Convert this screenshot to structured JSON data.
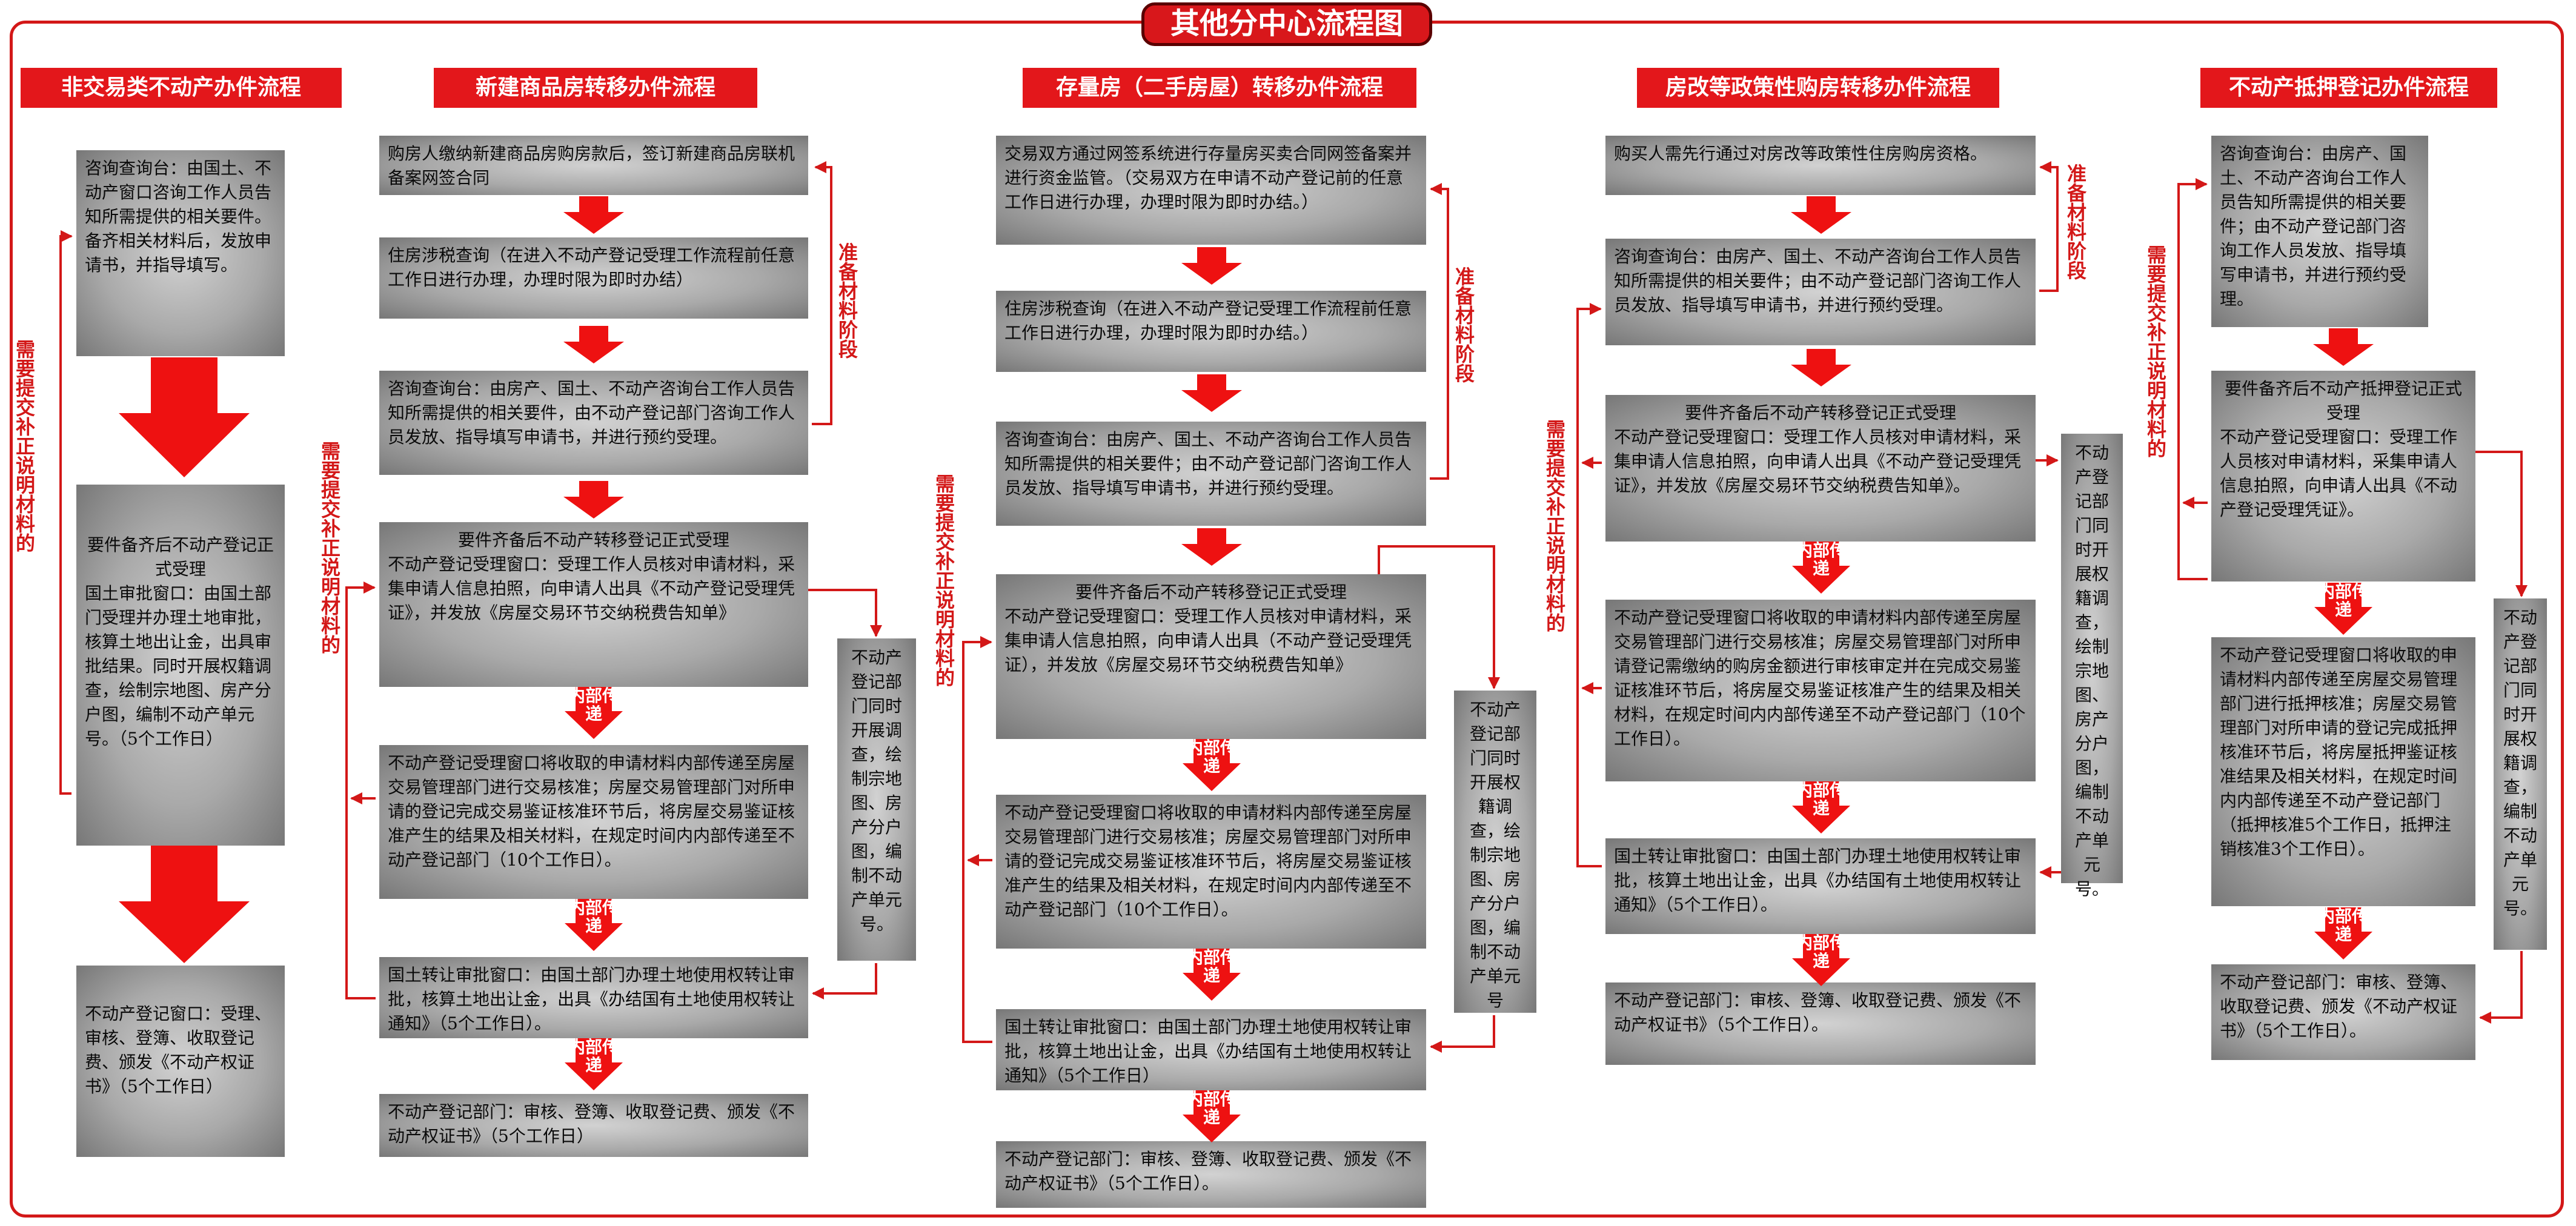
{
  "title": "其他分中心流程图",
  "columns": [
    {
      "title": "非交易类不动产办件流程"
    },
    {
      "title": "新建商品房转移办件流程"
    },
    {
      "title": "存量房（二手房屋）转移办件流程"
    },
    {
      "title": "房改等政策性购房转移办件流程"
    },
    {
      "title": "不动产抵押登记办件流程"
    }
  ],
  "labels": {
    "supplement": "需要提交补正说明材料的",
    "prepare": "准备材料阶段",
    "internal": "内部传递"
  },
  "col1": {
    "b1": "咨询查询台：由国土、不动产窗口咨询工作人员告知所需提供的相关要件。备齐相关材料后，发放申请书，并指导填写。",
    "b2_title": "要件备齐后不动产登记正式受理",
    "b2_body": "国土审批窗口：由国土部门受理并办理土地审批，核算土地出让金，出具审批结果。同时开展权籍调查，绘制宗地图、房产分户图，编制不动产单元号。（5个工作日）",
    "b3": "不动产登记窗口：受理、审核、登簿、收取登记费、颁发《不动产权证书》（5个工作日）"
  },
  "col2": {
    "b1": "购房人缴纳新建商品房购房款后，签订新建商品房联机备案网签合同",
    "b2": "住房涉税查询（在进入不动产登记受理工作流程前任意工作日进行办理，办理时限为即时办结）",
    "b3": "咨询查询台：由房产、国土、不动产咨询台工作人员告知所需提供的相关要件，由不动产登记部门咨询工作人员发放、指导填写申请书，并进行预约受理。",
    "b4_title": "要件齐备后不动产转移登记正式受理",
    "b4_body": "不动产登记受理窗口：受理工作人员核对申请材料，采集申请人信息拍照，向申请人出具《不动产登记受理凭证》，并发放《房屋交易环节交纳税费告知单》",
    "b5": "不动产登记受理窗口将收取的申请材料内部传递至房屋交易管理部门进行交易核准；房屋交易管理部门对所申请的登记完成交易鉴证核准环节后，将房屋交易鉴证核准产生的结果及相关材料，在规定时间内内部传递至不动产登记部门（10个工作日）。",
    "b6": "国土转让审批窗口：由国土部门办理土地使用权转让审批，核算土地出让金，出具《办结国有土地使用权转让通知》（5个工作日）。",
    "b7": "不动产登记部门：审核、登簿、收取登记费、颁发《不动产权证书》（5个工作日）",
    "side": "不动产登记部门同时开展调查，绘制宗地图、房产分户图，编制不动产单元号。"
  },
  "col3": {
    "b1": "交易双方通过网签系统进行存量房买卖合同网签备案并进行资金监管。（交易双方在申请不动产登记前的任意工作日进行办理，办理时限为即时办结。）",
    "b2": "住房涉税查询（在进入不动产登记受理工作流程前任意工作日进行办理，办理时限为即时办结。）",
    "b3": "咨询查询台：由房产、国土、不动产咨询台工作人员告知所需提供的相关要件；由不动产登记部门咨询工作人员发放、指导填写申请书，并进行预约受理。",
    "b4_title": "要件齐备后不动产转移登记正式受理",
    "b4_body": "不动产登记受理窗口：受理工作人员核对申请材料，采集申请人信息拍照，向申请人出具（不动产登记受理凭证），并发放《房屋交易环节交纳税费告知单》",
    "b5": "不动产登记受理窗口将收取的申请材料内部传递至房屋交易管理部门进行交易核准；房屋交易管理部门对所申请的登记完成交易鉴证核准环节后，将房屋交易鉴证核准产生的结果及相关材料，在规定时间内内部传递至不动产登记部门（10个工作日）。",
    "b6": "国土转让审批窗口：由国土部门办理土地使用权转让审批，核算土地出让金，出具《办结国有土地使用权转让通知》（5个工作日）",
    "b7": "不动产登记部门：审核、登簿、收取登记费、颁发《不动产权证书》（5个工作日）。",
    "side": "不动产登记部门同时开展权籍调查，绘制宗地图、房产分户图，编制不动产单元号"
  },
  "col4": {
    "b1": "购买人需先行通过对房改等政策性住房购房资格。",
    "b2": "咨询查询台：由房产、国土、不动产咨询台工作人员告知所需提供的相关要件；由不动产登记部门咨询工作人员发放、指导填写申请书，并进行预约受理。",
    "b3_title": "要件齐备后不动产转移登记正式受理",
    "b3_body": "不动产登记受理窗口：受理工作人员核对申请材料，采集申请人信息拍照，向申请人出具《不动产登记受理凭证》，并发放《房屋交易环节交纳税费告知单》。",
    "b4": "不动产登记受理窗口将收取的申请材料内部传递至房屋交易管理部门进行交易核准；房屋交易管理部门对所申请登记需缴纳的购房金额进行审核审定并在完成交易鉴证核准环节后，将房屋交易鉴证核准产生的结果及相关材料，在规定时间内内部传递至不动产登记部门（10个工作日）。",
    "b5": "国土转让审批窗口：由国土部门办理土地使用权转让审批，核算土地出让金，出具《办结国有土地使用权转让通知》（5个工作日）。",
    "b6": "不动产登记部门：审核、登簿、收取登记费、颁发《不动产权证书》（5个工作日）。",
    "side": "不动产登记部门同时开展权籍调查，绘制宗地图、房产分户图，编制不动产单元号。"
  },
  "col5": {
    "b1": "咨询查询台：由房产、国土、不动产咨询台工作人员告知所需提供的相关要件；由不动产登记部门咨询工作人员发放、指导填写申请书，并进行预约受理。",
    "b2_title": "要件备齐后不动产抵押登记正式受理",
    "b2_body": "不动产登记受理窗口：受理工作人员核对申请材料，采集申请人信息拍照，向申请人出具《不动产登记受理凭证》。",
    "b3": "不动产登记受理窗口将收取的申请材料内部传递至房屋交易管理部门进行抵押核准；房屋交易管理部门对所申请的登记完成抵押核准环节后，将房屋抵押鉴证核准结果及相关材料，在规定时间内内部传递至不动产登记部门（抵押核准5个工作日，抵押注销核准3个工作日）。",
    "b4": "不动产登记部门：审核、登簿、收取登记费、颁发《不动产权证书》（5个工作日）。",
    "side": "不动产登记部门同时开展权籍调查，编制不动产单元号。"
  },
  "colors": {
    "accent": "#e3171b",
    "box": "#a9a9a9"
  }
}
